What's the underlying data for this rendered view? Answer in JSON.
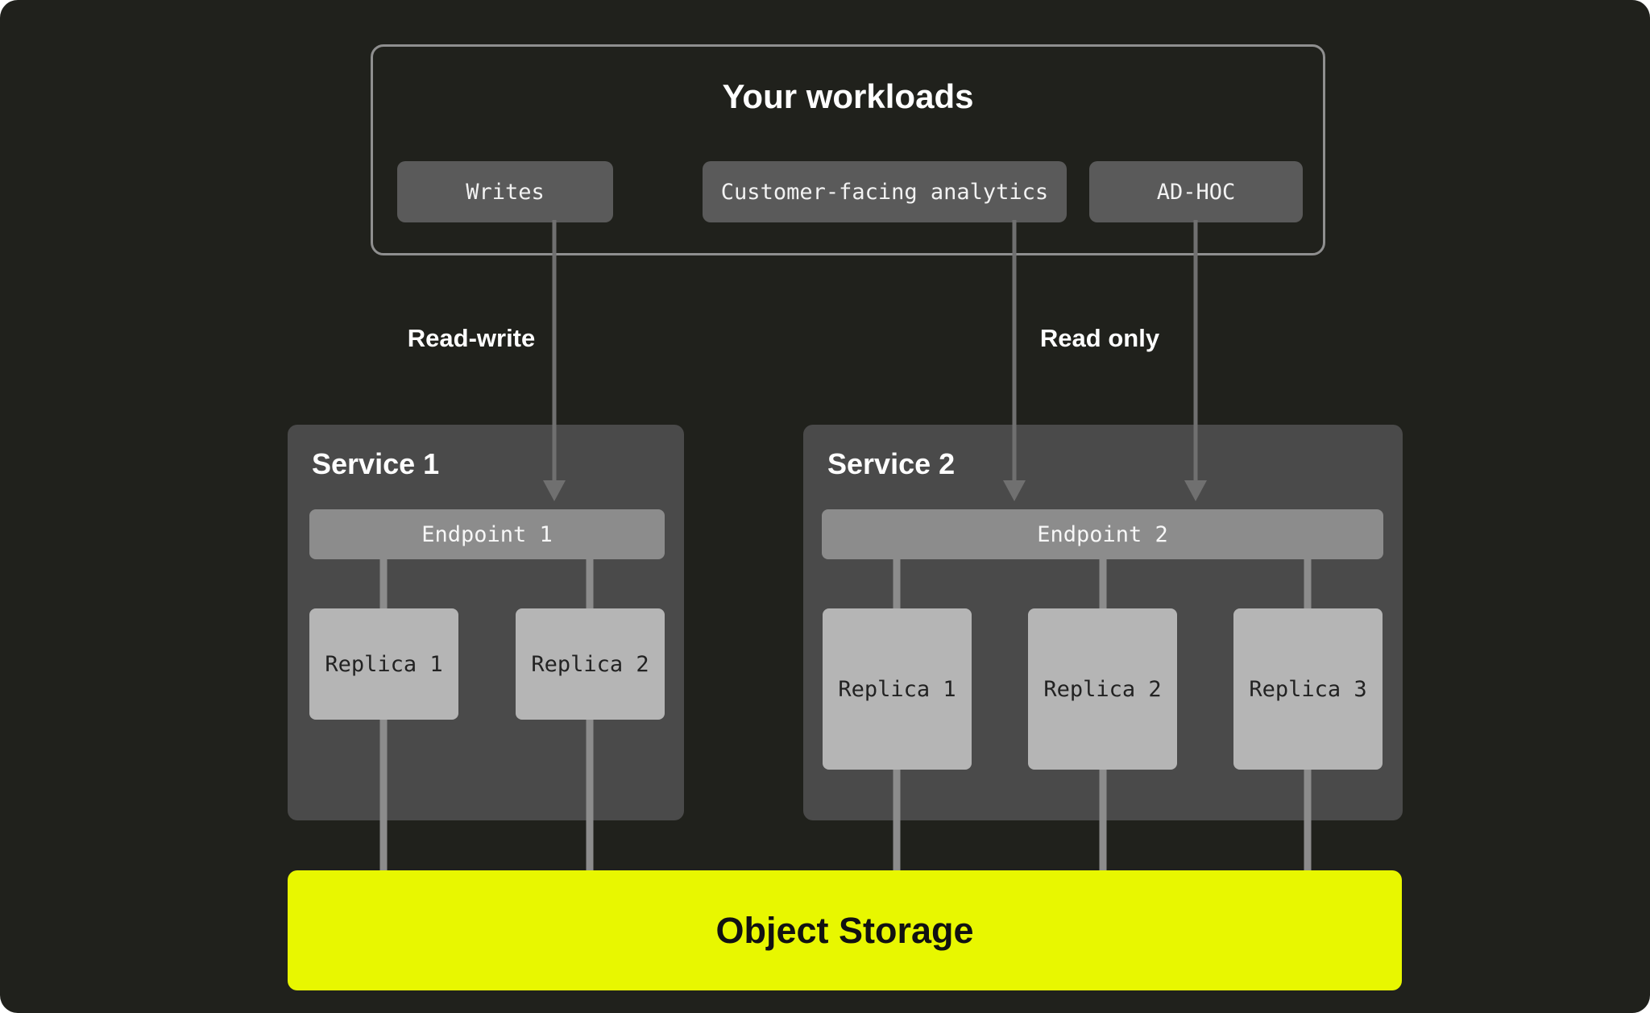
{
  "diagram": {
    "workloads": {
      "title": "Your workloads",
      "items": [
        {
          "label": "Writes"
        },
        {
          "label": "Customer-facing analytics"
        },
        {
          "label": "AD-HOC"
        }
      ]
    },
    "edges": {
      "read_write_label": "Read-write",
      "read_only_label": "Read only"
    },
    "services": [
      {
        "title": "Service 1",
        "endpoint": "Endpoint 1",
        "replicas": [
          "Replica 1",
          "Replica 2"
        ]
      },
      {
        "title": "Service 2",
        "endpoint": "Endpoint 2",
        "replicas": [
          "Replica 1",
          "Replica 2",
          "Replica 3"
        ]
      }
    ],
    "storage": {
      "label": "Object Storage"
    },
    "colors": {
      "background": "#20211c",
      "workloads_border": "#8f8f8f",
      "pill": "#5a5a5a",
      "service_box": "#4a4a4a",
      "endpoint_bar": "#8c8c8c",
      "replica": "#b5b5b5",
      "storage": "#e8f700",
      "arrow": "#707070",
      "connector": "#8c8c8c"
    }
  }
}
